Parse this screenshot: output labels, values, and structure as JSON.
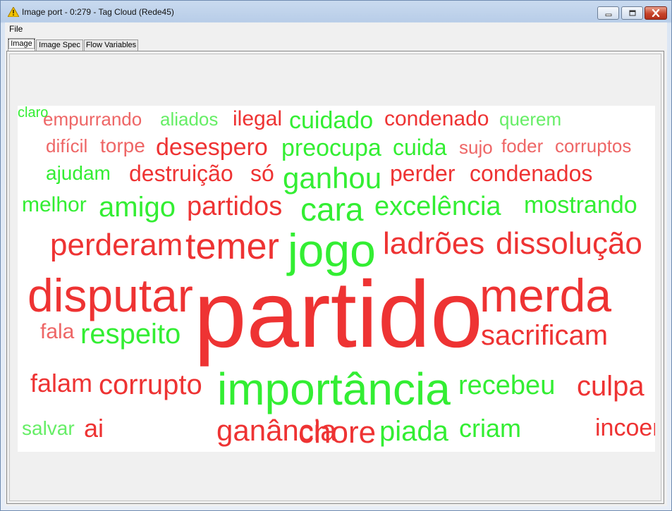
{
  "window": {
    "title": "Image port - 0:279 - Tag Cloud (Rede45)",
    "icon": "warning-triangle-icon",
    "controls": [
      "minimize-icon",
      "maximize-icon",
      "close-icon"
    ]
  },
  "menu": {
    "file": "File"
  },
  "tabs": [
    "Image",
    "Image Spec",
    "Flow Variables"
  ],
  "colors": {
    "green": "#33ee33",
    "light_green": "#66ee66",
    "red": "#ee3333",
    "light_red": "#ee6666"
  },
  "cloud": {
    "words": [
      {
        "text": "empurrando",
        "color": "light_red"
      },
      {
        "text": "aliados",
        "color": "light_green"
      },
      {
        "text": "ilegal",
        "color": "red"
      },
      {
        "text": "cuidado",
        "color": "green"
      },
      {
        "text": "condenado",
        "color": "red"
      },
      {
        "text": "querem",
        "color": "light_green"
      },
      {
        "text": "difícil",
        "color": "light_red"
      },
      {
        "text": "torpe",
        "color": "light_red"
      },
      {
        "text": "desespero",
        "color": "red"
      },
      {
        "text": "preocupa",
        "color": "green"
      },
      {
        "text": "cuida",
        "color": "green"
      },
      {
        "text": "sujo",
        "color": "light_red"
      },
      {
        "text": "foder",
        "color": "light_red"
      },
      {
        "text": "corruptos",
        "color": "light_red"
      },
      {
        "text": "ajudam",
        "color": "green"
      },
      {
        "text": "destruição",
        "color": "red"
      },
      {
        "text": "só",
        "color": "red"
      },
      {
        "text": "ganhou",
        "color": "green"
      },
      {
        "text": "perder",
        "color": "red"
      },
      {
        "text": "condenados",
        "color": "red"
      },
      {
        "text": "melhor",
        "color": "green"
      },
      {
        "text": "amigo",
        "color": "green"
      },
      {
        "text": "partidos",
        "color": "red"
      },
      {
        "text": "cara",
        "color": "green"
      },
      {
        "text": "excelência",
        "color": "green"
      },
      {
        "text": "mostrando",
        "color": "green"
      },
      {
        "text": "perderam",
        "color": "red"
      },
      {
        "text": "temer",
        "color": "red"
      },
      {
        "text": "jogo",
        "color": "green"
      },
      {
        "text": "ladrões",
        "color": "red"
      },
      {
        "text": "dissolução",
        "color": "red"
      },
      {
        "text": "disputar",
        "color": "red"
      },
      {
        "text": "partido",
        "color": "red"
      },
      {
        "text": "merda",
        "color": "red"
      },
      {
        "text": "fala",
        "color": "light_red"
      },
      {
        "text": "respeito",
        "color": "green"
      },
      {
        "text": "sacrificam",
        "color": "red"
      },
      {
        "text": "falam",
        "color": "red"
      },
      {
        "text": "corrupto",
        "color": "red"
      },
      {
        "text": "importância",
        "color": "green"
      },
      {
        "text": "recebeu",
        "color": "green"
      },
      {
        "text": "culpa",
        "color": "red"
      },
      {
        "text": "salvar",
        "color": "light_green"
      },
      {
        "text": "ai",
        "color": "red"
      },
      {
        "text": "ganância",
        "color": "red"
      },
      {
        "text": "chore",
        "color": "red"
      },
      {
        "text": "piada",
        "color": "green"
      },
      {
        "text": "criam",
        "color": "green"
      },
      {
        "text": "incoerência",
        "color": "red"
      },
      {
        "text": "claro",
        "color": "green"
      }
    ]
  }
}
